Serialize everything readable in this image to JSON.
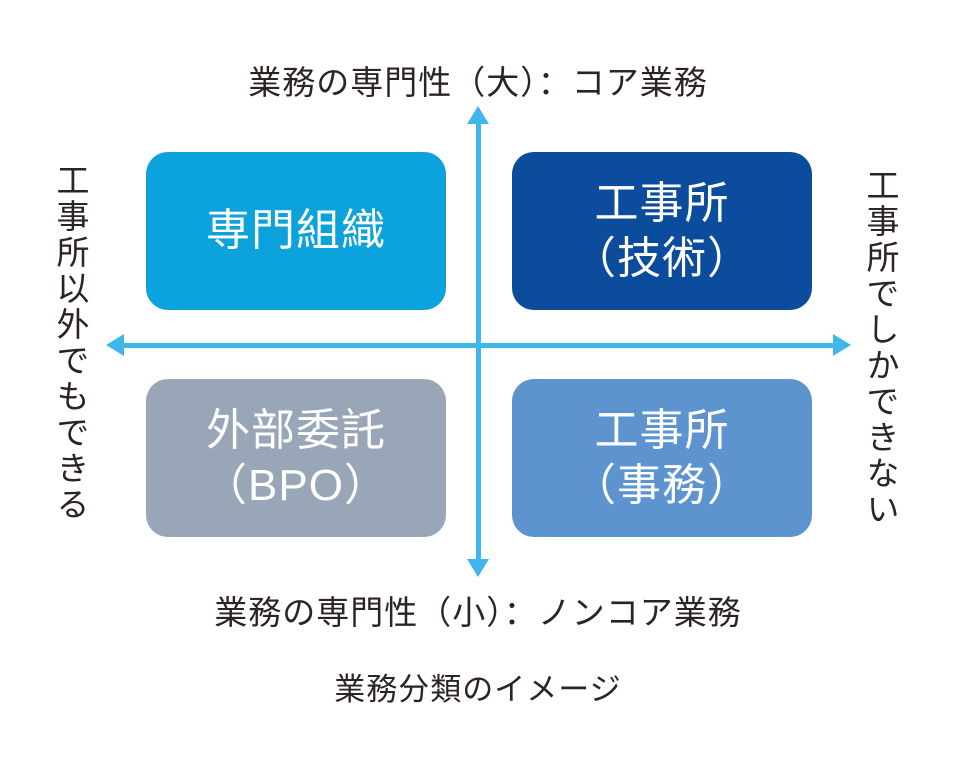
{
  "figure": {
    "caption": "業務分類のイメージ",
    "axes": {
      "top_label": "業務の専門性（大）：コア業務",
      "bottom_label": "業務の専門性（小）：ノンコア業務",
      "left_label": "工事所以外でもできる",
      "right_label": "工事所でしかできない"
    },
    "quadrants": [
      {
        "position": "top-left",
        "lines": [
          "専門組織"
        ],
        "color": "#0ca2dc"
      },
      {
        "position": "top-right",
        "lines": [
          "工事所",
          "（技術）"
        ],
        "color": "#0c4c9c"
      },
      {
        "position": "bottom-left",
        "lines": [
          "外部委託",
          "（BPO）"
        ],
        "color": "#99a6b7"
      },
      {
        "position": "bottom-right",
        "lines": [
          "工事所",
          "（事務）"
        ],
        "color": "#5d94d0"
      }
    ],
    "colors": {
      "axis_arrow": "#40b7ea",
      "text": "#2b2423",
      "box_text": "#ffffff",
      "background": "#ffffff"
    }
  }
}
